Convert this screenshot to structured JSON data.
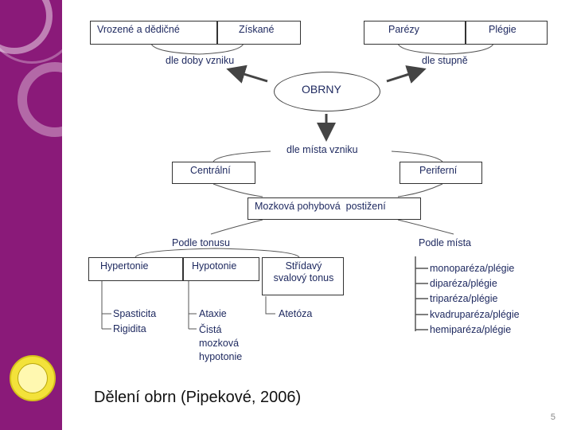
{
  "diagram": {
    "center": "OBRNY",
    "top_left_boxes": [
      "Vrozené a dědičné",
      "Získané"
    ],
    "top_right_boxes": [
      "Parézy",
      "Plégie"
    ],
    "by_time_label": "dle doby vzniku",
    "by_degree_label": "dle stupně",
    "by_place_label": "dle místa vzniku",
    "central": "Centrální",
    "peripheral": "Periferní",
    "cerebral_palsy": "Mozková pohybová  postižení",
    "by_tonus_label": "Podle tonusu",
    "by_location_label": "Podle místa",
    "tonus_boxes": [
      "Hypertonie",
      "Hypotonie",
      "Střídavý svalový tonus"
    ],
    "hypertonie_items": [
      "Spasticita",
      "Rigidita"
    ],
    "hypotonie_items": [
      "Ataxie",
      "Čistá mozková hypotonie"
    ],
    "stridavy_items": [
      "Atetóza"
    ],
    "location_items": [
      "monoparéza/plégie",
      "diparéza/plégie",
      "triparéza/plégie",
      "kvadruparéza/plégie",
      "hemiparéza/plégie"
    ]
  },
  "caption": "Dělení obrn (Pipekové, 2006)",
  "page_number": "5",
  "colors": {
    "sidebar": "#8a1a79",
    "diagram_text": "#1f2a60"
  }
}
